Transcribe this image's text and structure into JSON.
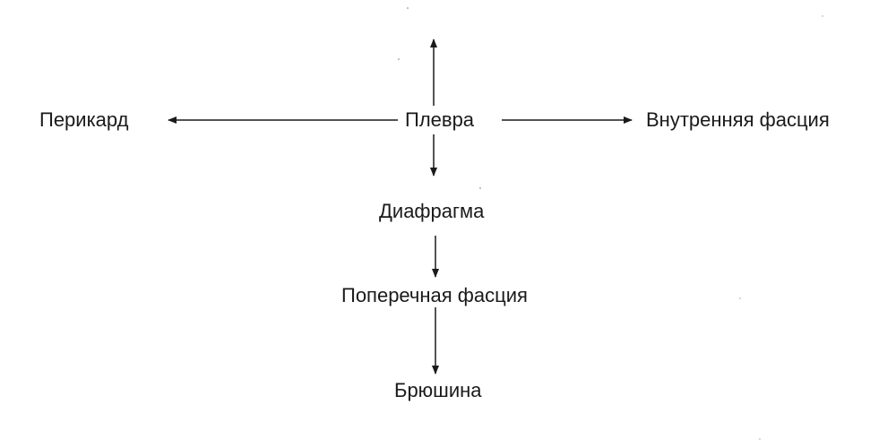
{
  "diagram": {
    "nodes": {
      "pleura": "Плевра",
      "pericardium": "Перикард",
      "internal_fascia": "Внутренняя фасция",
      "diaphragm": "Диафрагма",
      "transverse_fascia": "Поперечная фасция",
      "peritoneum": "Брюшина"
    },
    "edges": [
      {
        "from": "Плевра",
        "to": "Перикард"
      },
      {
        "from": "Плевра",
        "to": "Внутренняя фасция"
      },
      {
        "from": "Плевра",
        "to": "(upward, unlabeled)"
      },
      {
        "from": "Плевра",
        "to": "Диафрагма"
      },
      {
        "from": "Диафрагма",
        "to": "Поперечная фасция"
      },
      {
        "from": "Поперечная фасция",
        "to": "Брюшина"
      }
    ],
    "line_color": "#1a1a1a"
  }
}
